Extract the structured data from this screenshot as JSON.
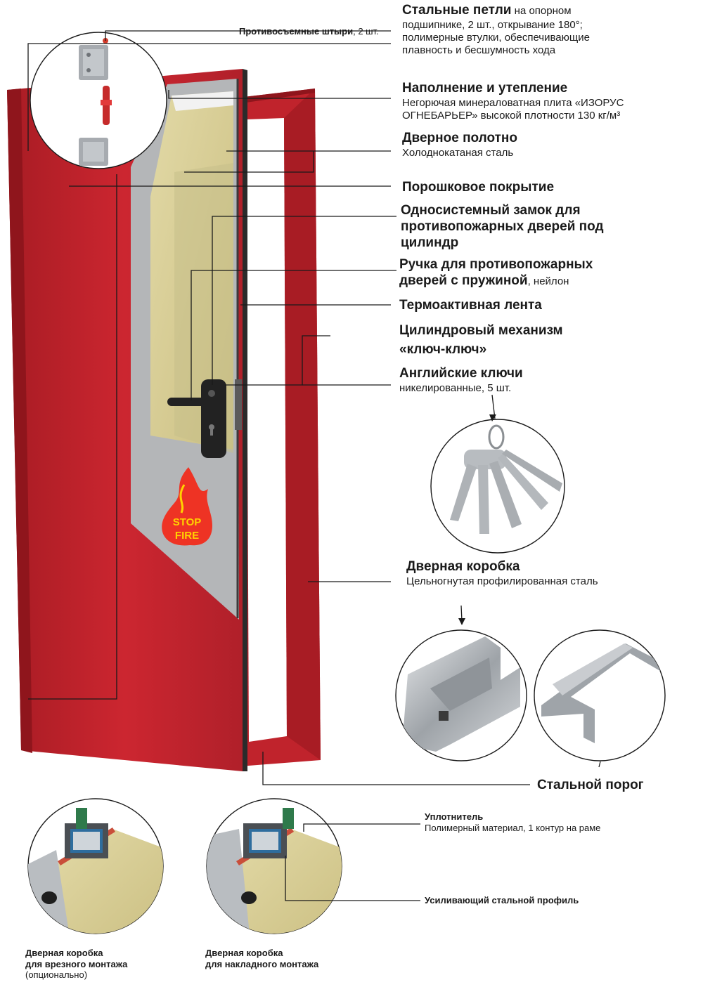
{
  "colors": {
    "door_red": "#c0232c",
    "door_red_dark": "#8f151c",
    "panel_grey": "#b4b6b8",
    "insulation": "#d9cf98",
    "frame_steel": "#a9adb1",
    "stop_fire": "#ee3324",
    "stop_fire_yellow": "#ffd200"
  },
  "icons": {
    "stop_fire": "flame-stop-fire-icon"
  },
  "badge": {
    "line1": "STOP",
    "line2": "FIRE"
  },
  "callouts": {
    "anti_removal_pins": {
      "title": "Противосъемные штыри",
      "desc": ", 2 шт."
    },
    "hinges": {
      "title": "Стальные петли",
      "desc_inline": " на опорном",
      "desc_lines": [
        "подшипнике, 2 шт., открывание 180°;",
        "полимерные втулки, обеспечивающие",
        "плавность и бесшумность хода"
      ]
    },
    "filling": {
      "title": "Наполнение и утепление",
      "desc_lines": [
        "Негорючая минераловатная плита «ИЗОРУС",
        "ОГНЕБАРЬЕР» высокой плотности 130 кг/м³"
      ]
    },
    "door_leaf": {
      "title": "Дверное полотно",
      "desc": "Холоднокатаная сталь"
    },
    "powder_coating": {
      "title": "Порошковое покрытие"
    },
    "lock": {
      "title_lines": [
        "Односистемный замок для",
        "противопожарных дверей под",
        "цилиндр"
      ]
    },
    "handle": {
      "title_lines": [
        "Ручка для противопожарных",
        "дверей с пружиной"
      ],
      "desc_inline": ", нейлон"
    },
    "thermal_tape": {
      "title": "Термоактивная лента"
    },
    "cylinder": {
      "title_lines": [
        "Цилиндровый механизм",
        "«ключ-ключ»"
      ]
    },
    "keys": {
      "title": "Английские ключи",
      "desc": "никелированные, 5 шт."
    },
    "door_frame": {
      "title": "Дверная коробка",
      "desc": "Цельногнутая профилированная сталь"
    },
    "threshold": {
      "title": "Стальной порог"
    },
    "seal": {
      "title": "Уплотнитель",
      "desc": "Полимерный материал, 1 контур на раме"
    },
    "reinforcing_profile": {
      "title": "Усиливающий стальной профиль"
    },
    "frame_mortise": {
      "title_lines": [
        "Дверная коробка",
        "для врезного монтажа"
      ],
      "desc": "(опционально)"
    },
    "frame_overlay": {
      "title_lines": [
        "Дверная коробка",
        "для накладного монтажа"
      ]
    }
  }
}
